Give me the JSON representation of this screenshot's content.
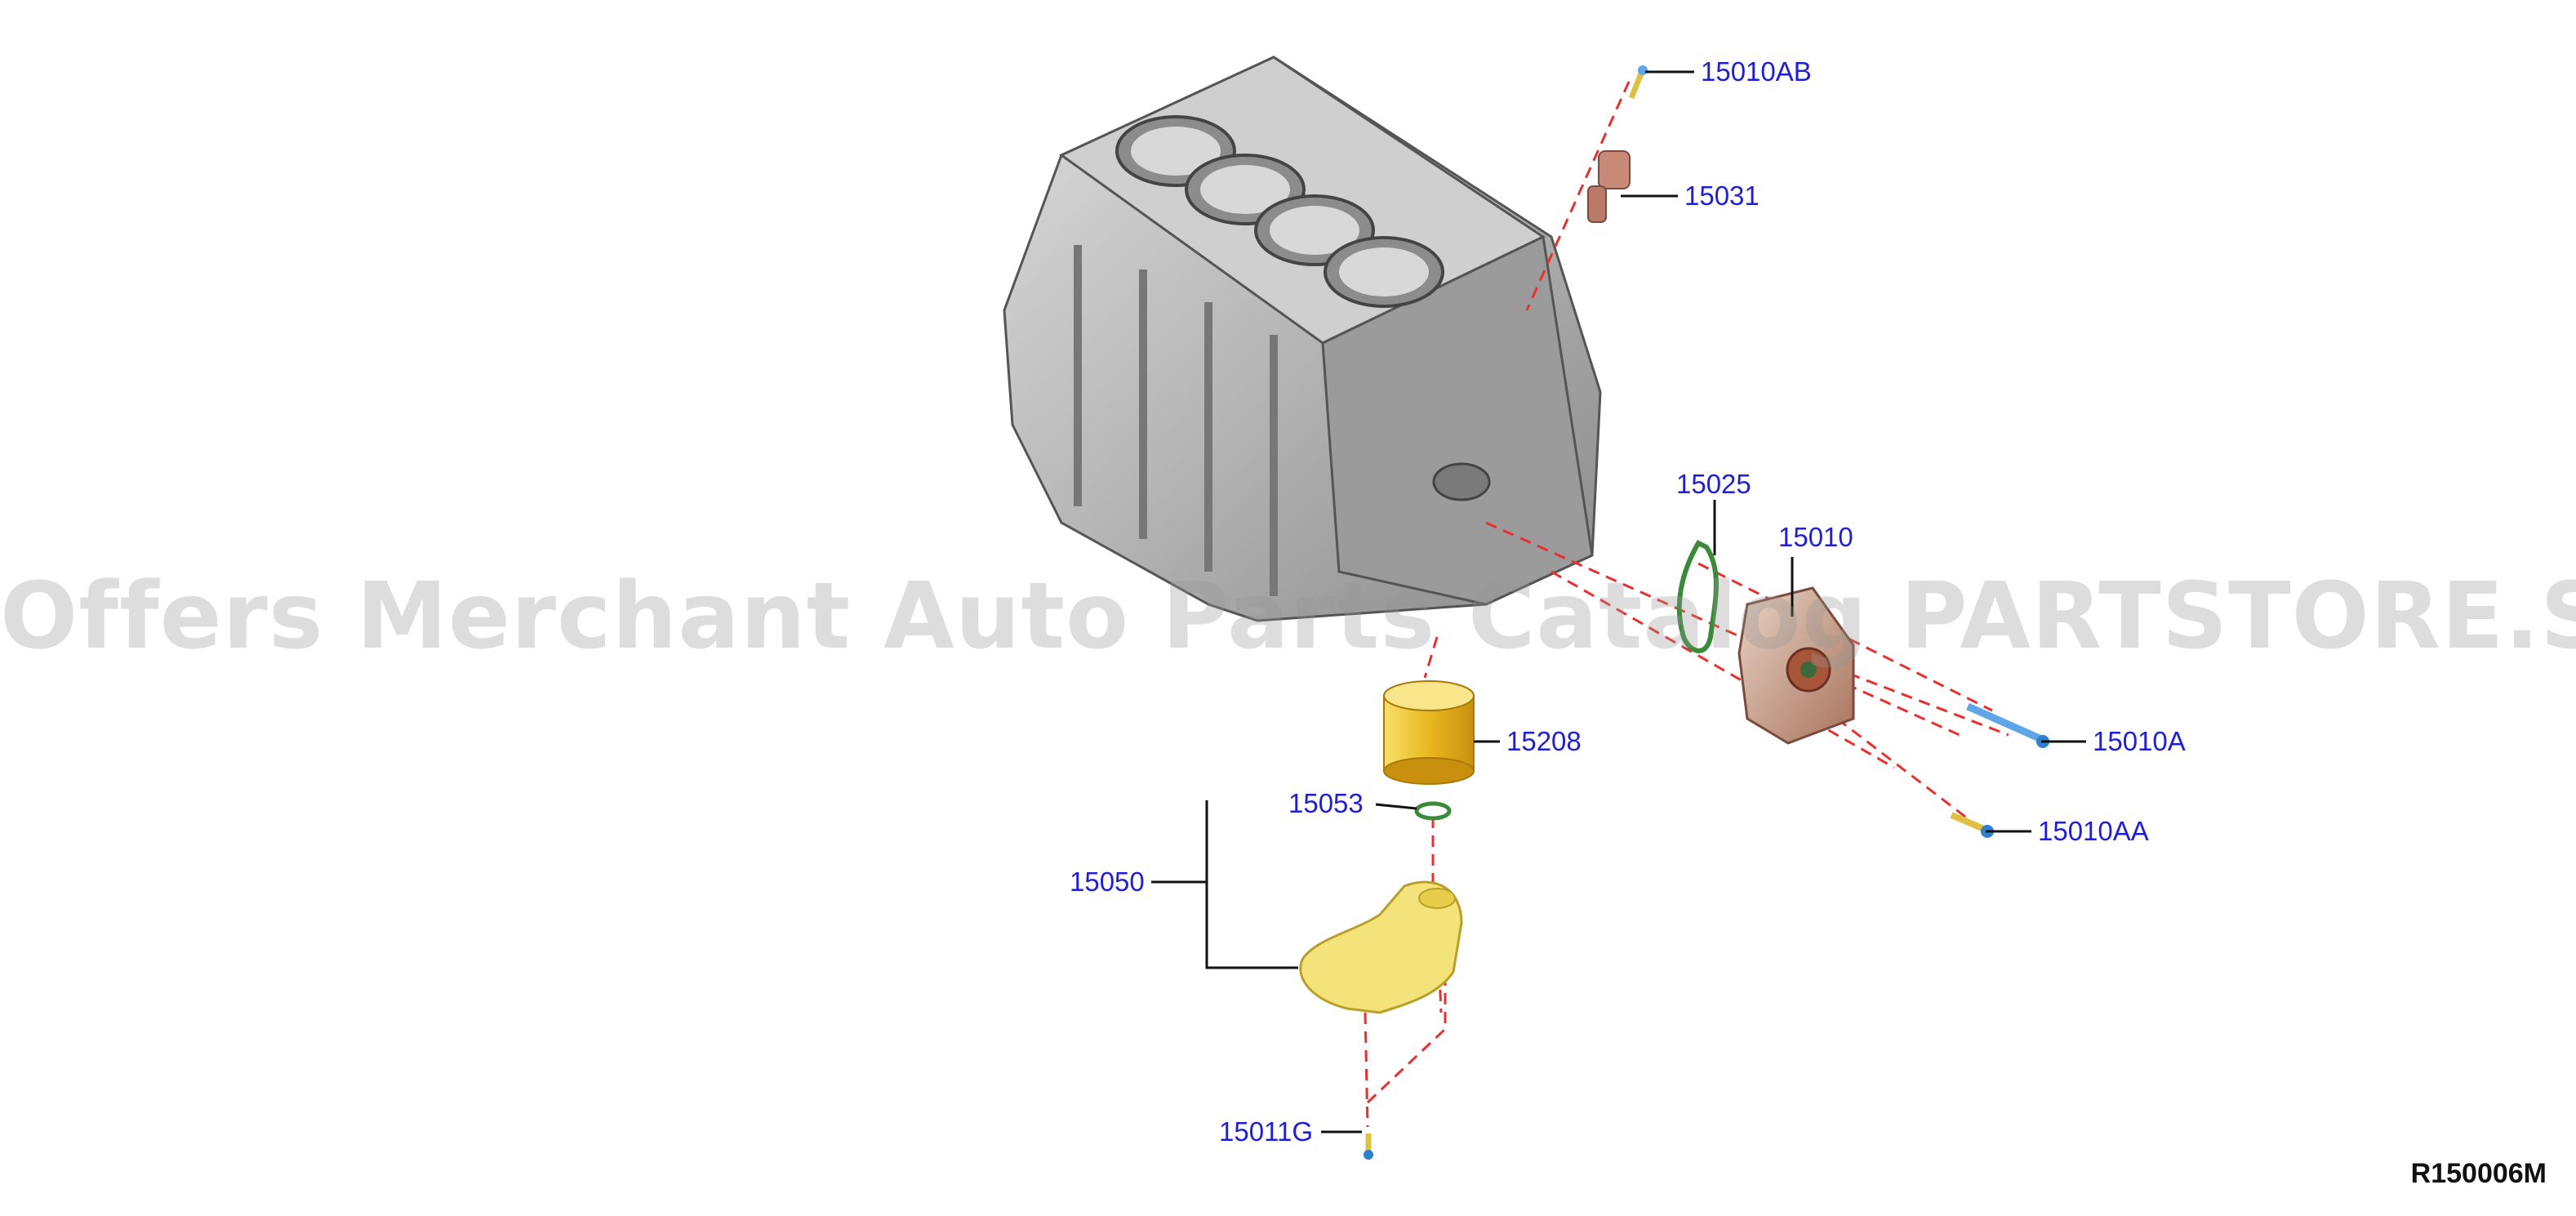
{
  "callouts": {
    "p15010AB": "15010AB",
    "p15031": "15031",
    "p15025": "15025",
    "p15010": "15010",
    "p15208": "15208",
    "p15010A": "15010A",
    "p15053": "15053",
    "p15050": "15050",
    "p15010AA": "15010AA",
    "p15011G": "15011G"
  },
  "watermark": "Offers Merchant Auto Parts Catalog PARTSTORE.SA",
  "diagram_id": "R150006M",
  "colors": {
    "callout_text": "#1f1fd6",
    "leader_line": "#111111",
    "dashed_line": "#e8312f",
    "block_gray": "#b9b9b9",
    "oil_filter": "#f2cc2a",
    "pickup_tube": "#f4e27a",
    "oil_pump": "#c99a82",
    "bolt_blue": "#5fa6e8"
  }
}
